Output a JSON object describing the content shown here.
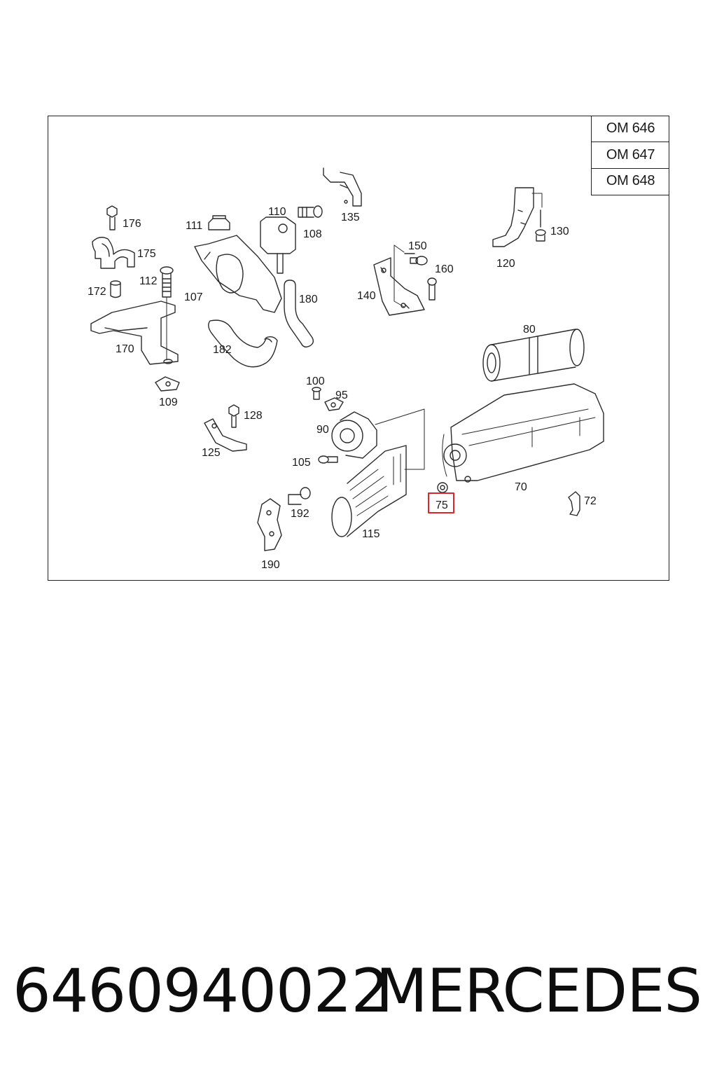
{
  "variants": [
    "OM 646",
    "OM 647",
    "OM 648"
  ],
  "callouts": [
    {
      "id": "176",
      "label": "176"
    },
    {
      "id": "175",
      "label": "175"
    },
    {
      "id": "111",
      "label": "111"
    },
    {
      "id": "110",
      "label": "110"
    },
    {
      "id": "108",
      "label": "108"
    },
    {
      "id": "135",
      "label": "135"
    },
    {
      "id": "112",
      "label": "112"
    },
    {
      "id": "172",
      "label": "172"
    },
    {
      "id": "107",
      "label": "107"
    },
    {
      "id": "180",
      "label": "180"
    },
    {
      "id": "182",
      "label": "182"
    },
    {
      "id": "170",
      "label": "170"
    },
    {
      "id": "109",
      "label": "109"
    },
    {
      "id": "150",
      "label": "150"
    },
    {
      "id": "160",
      "label": "160"
    },
    {
      "id": "140",
      "label": "140"
    },
    {
      "id": "120",
      "label": "120"
    },
    {
      "id": "130",
      "label": "130"
    },
    {
      "id": "80",
      "label": "80"
    },
    {
      "id": "100",
      "label": "100"
    },
    {
      "id": "95",
      "label": "95"
    },
    {
      "id": "90",
      "label": "90"
    },
    {
      "id": "128",
      "label": "128"
    },
    {
      "id": "125",
      "label": "125"
    },
    {
      "id": "105",
      "label": "105"
    },
    {
      "id": "70",
      "label": "70"
    },
    {
      "id": "75",
      "label": "75",
      "highlighted": true
    },
    {
      "id": "72",
      "label": "72"
    },
    {
      "id": "192",
      "label": "192"
    },
    {
      "id": "115",
      "label": "115"
    },
    {
      "id": "190",
      "label": "190"
    }
  ],
  "highlight_color": "#e0242b",
  "footer": {
    "part_number": "6460940022",
    "brand": "MERCEDES"
  }
}
